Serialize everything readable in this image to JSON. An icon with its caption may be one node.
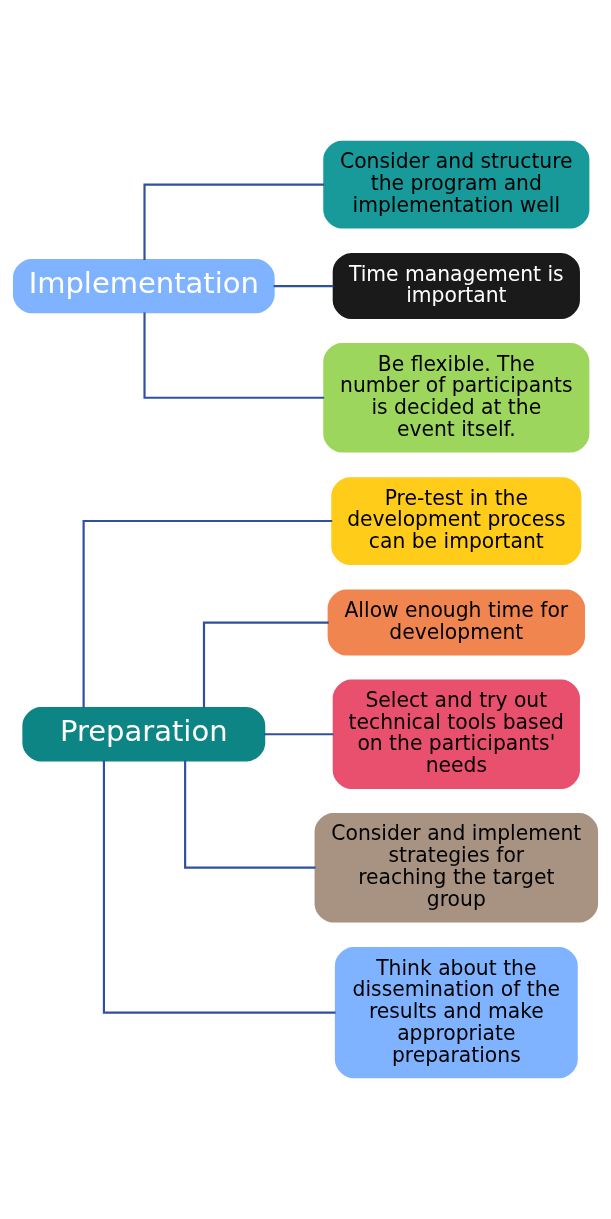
{
  "diagram": {
    "nodes": [
      {
        "text": [
          "Preparation"
        ]
      },
      {
        "text": [
          "Pre-test in the development process can be important"
        ]
      },
      {
        "text": [
          "Allow enough time for development"
        ]
      },
      {
        "text": [
          "Select and try out technical tools based on the participants' needs"
        ]
      },
      {
        "text": [
          "Consider and implement strategies for reaching the target group"
        ]
      },
      {
        "text": [
          "Think about the dissemination of the results and make appropriate preparations"
        ]
      },
      {
        "text": [
          "Implementation"
        ]
      },
      {
        "text": [
          "Consider and structure the program and implementation well"
        ]
      },
      {
        "text": [
          "Time management is important"
        ]
      },
      {
        "text": [
          "Be flexible. The number of participants is decided at the event itself."
        ]
      }
    ],
    "edges": [
      {
        "from": 0,
        "to": 1,
        "arrow": "none"
      },
      {
        "from": 0,
        "to": 2,
        "arrow": "none"
      },
      {
        "from": 0,
        "to": 3,
        "arrow": "none"
      },
      {
        "from": 0,
        "to": 4,
        "arrow": "none"
      },
      {
        "from": 0,
        "to": 5,
        "arrow": "none"
      },
      {
        "from": 6,
        "to": 7,
        "arrow": "none"
      },
      {
        "from": 6,
        "to": 8,
        "arrow": "none"
      },
      {
        "from": 6,
        "to": 9,
        "arrow": "none"
      }
    ]
  }
}
